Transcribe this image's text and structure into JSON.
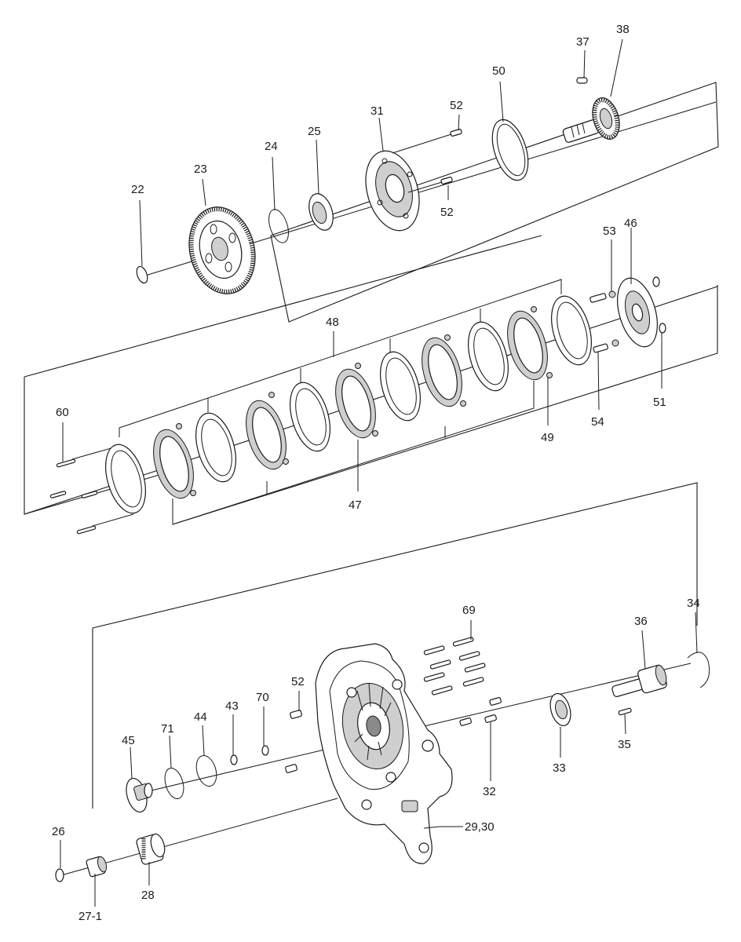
{
  "callouts": {
    "c22": "22",
    "c23": "23",
    "c24": "24",
    "c25": "25",
    "c31": "31",
    "c52a": "52",
    "c52b": "52",
    "c50": "50",
    "c37": "37",
    "c38": "38",
    "c48": "48",
    "c53": "53",
    "c46": "46",
    "c60": "60",
    "c47": "47",
    "c49": "49",
    "c54": "54",
    "c51": "51",
    "c69": "69",
    "c34": "34",
    "c36": "36",
    "c52c": "52",
    "c70": "70",
    "c43": "43",
    "c44": "44",
    "c71": "71",
    "c45": "45",
    "c32": "32",
    "c33": "33",
    "c35": "35",
    "c2930": "29,30",
    "c26": "26",
    "c28": "28",
    "c271": "27-1"
  },
  "colors": {
    "line": "#1a1a1a",
    "shade": "#cfcfcf",
    "background": "#ffffff"
  }
}
